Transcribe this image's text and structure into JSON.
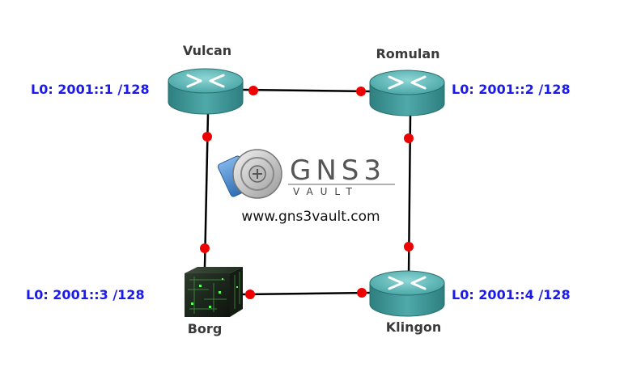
{
  "nodes": {
    "vulcan": {
      "name": "Vulcan",
      "loopback": "L0: 2001::1 /128"
    },
    "romulan": {
      "name": "Romulan",
      "loopback": "L0: 2001::2 /128"
    },
    "borg": {
      "name": "Borg",
      "loopback": "L0: 2001::3 /128"
    },
    "klingon": {
      "name": "Klingon",
      "loopback": "L0: 2001::4 /128"
    }
  },
  "logo": {
    "title": "GNS3",
    "subtitle": "VAULT",
    "url": "www.gns3vault.com"
  },
  "colors": {
    "router_body": "#3f9b9b",
    "router_top": "#6cc3c3",
    "link": "#000000",
    "port_dot": "#ee0000",
    "loopback_text": "#1a1aee",
    "name_text": "#3a3a3a",
    "borg_cube": "#1e2a1e"
  }
}
